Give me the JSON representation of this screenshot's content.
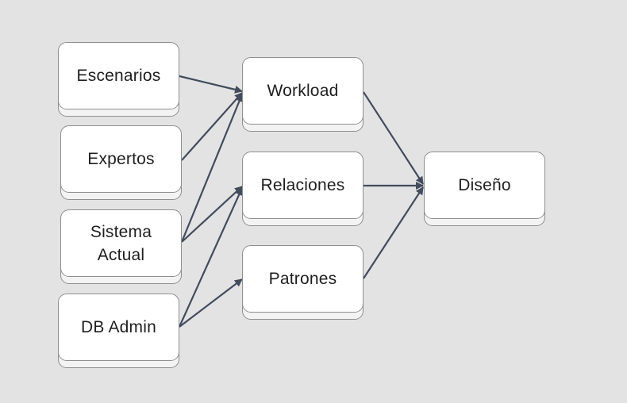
{
  "diagram": {
    "colors": {
      "background": "#e3e3e3",
      "node_fill": "#ffffff",
      "node_border": "#8f8f8f",
      "edge": "#434c5c",
      "text": "#1f1f1f"
    },
    "nodes": {
      "escenarios": "Escenarios",
      "expertos": "Expertos",
      "sistema_actual": "Sistema\nActual",
      "db_admin": "DB Admin",
      "workload": "Workload",
      "relaciones": "Relaciones",
      "patrones": "Patrones",
      "diseno": "Diseño"
    },
    "edges": [
      {
        "from": "escenarios",
        "to": "workload"
      },
      {
        "from": "expertos",
        "to": "workload"
      },
      {
        "from": "sistema_actual",
        "to": "workload"
      },
      {
        "from": "sistema_actual",
        "to": "relaciones"
      },
      {
        "from": "db_admin",
        "to": "relaciones"
      },
      {
        "from": "db_admin",
        "to": "patrones"
      },
      {
        "from": "workload",
        "to": "diseno"
      },
      {
        "from": "relaciones",
        "to": "diseno"
      },
      {
        "from": "patrones",
        "to": "diseno"
      }
    ]
  }
}
